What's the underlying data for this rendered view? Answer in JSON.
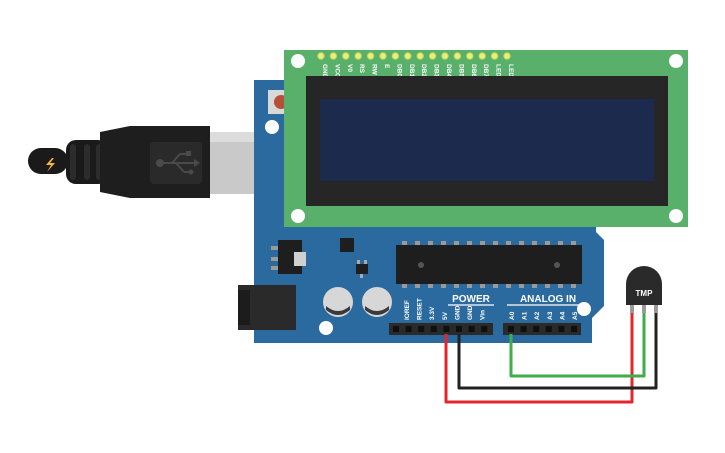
{
  "board": {
    "power_label": "POWER",
    "analog_label": "ANALOG IN",
    "power_pins": [
      "IOREF",
      "RESET",
      "3.3V",
      "5V",
      "GND",
      "GND",
      "Vin"
    ],
    "analog_pins": [
      "A0",
      "A1",
      "A2",
      "A3",
      "A4",
      "A5"
    ]
  },
  "lcd": {
    "pins": [
      "GND",
      "VCC",
      "V0",
      "RS",
      "RW",
      "E",
      "DB0",
      "DB1",
      "DB2",
      "DB3",
      "DB4",
      "DB5",
      "DB6",
      "DB7",
      "LED",
      "LED"
    ]
  },
  "sensor": {
    "label": "TMP"
  },
  "colors": {
    "board": "#2b6a9f",
    "lcd_pcb": "#59b06a",
    "lcd_screen": "#1c2a4e",
    "wire_5v": "#e3262c",
    "wire_gnd": "#222222",
    "wire_signal": "#3fae49"
  }
}
